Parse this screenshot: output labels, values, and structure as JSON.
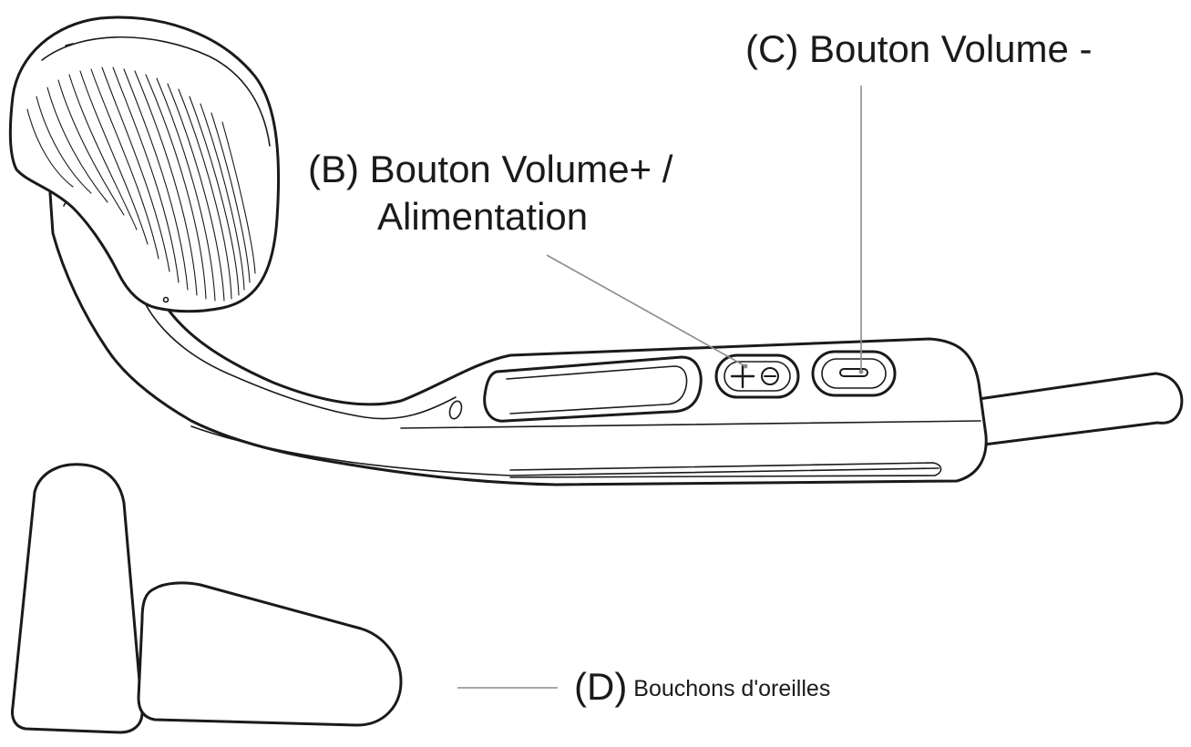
{
  "labels": {
    "c": {
      "letter": "(C)",
      "text": "Bouton Volume -"
    },
    "b": {
      "letter": "(B)",
      "line1": "Bouton Volume+ /",
      "line2": "Alimentation"
    },
    "d": {
      "open": "(",
      "letter": "D",
      "close": ")",
      "text": "Bouchons d'oreilles"
    }
  },
  "icons": {
    "plus_button_glyph": "plus-icon",
    "power_button_glyph": "power-icon",
    "minus_button_glyph": "minus-icon"
  },
  "colors": {
    "outline": "#1a1a1a",
    "leader": "#8c8c8c",
    "background": "#ffffff"
  }
}
